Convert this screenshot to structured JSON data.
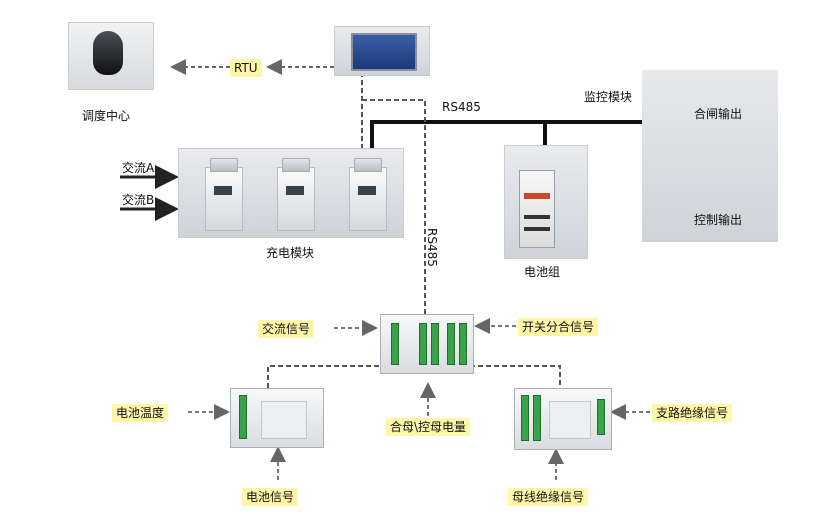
{
  "labels": {
    "rtu": "RTU",
    "dispatch_center": "调度中心",
    "rs485_horizontal": "RS485",
    "rs485_vertical": "RS485",
    "monitor_module": "监控模块",
    "closing_output": "合闸输出",
    "control_output": "控制输出",
    "ac_a": "交流A",
    "ac_b": "交流B",
    "charging_module": "充电模块",
    "battery_pack": "电池组",
    "ac_signal": "交流信号",
    "switch_signal": "开关分合信号",
    "battery_temp": "电池温度",
    "bus_voltage": "合母\\控母电量",
    "branch_insulation": "支路绝缘信号",
    "battery_signal": "电池信号",
    "busbar_insulation": "母线绝缘信号"
  },
  "colors": {
    "highlight": "#fff6a8",
    "terminal_green": "#3aa24a",
    "panel_gray": "#d4d8dc",
    "line_black": "#111111",
    "dashed_line": "#555555"
  },
  "icons": [
    "mouse-icon",
    "rtu-screen-icon",
    "diode-icon",
    "arrow-icon"
  ]
}
